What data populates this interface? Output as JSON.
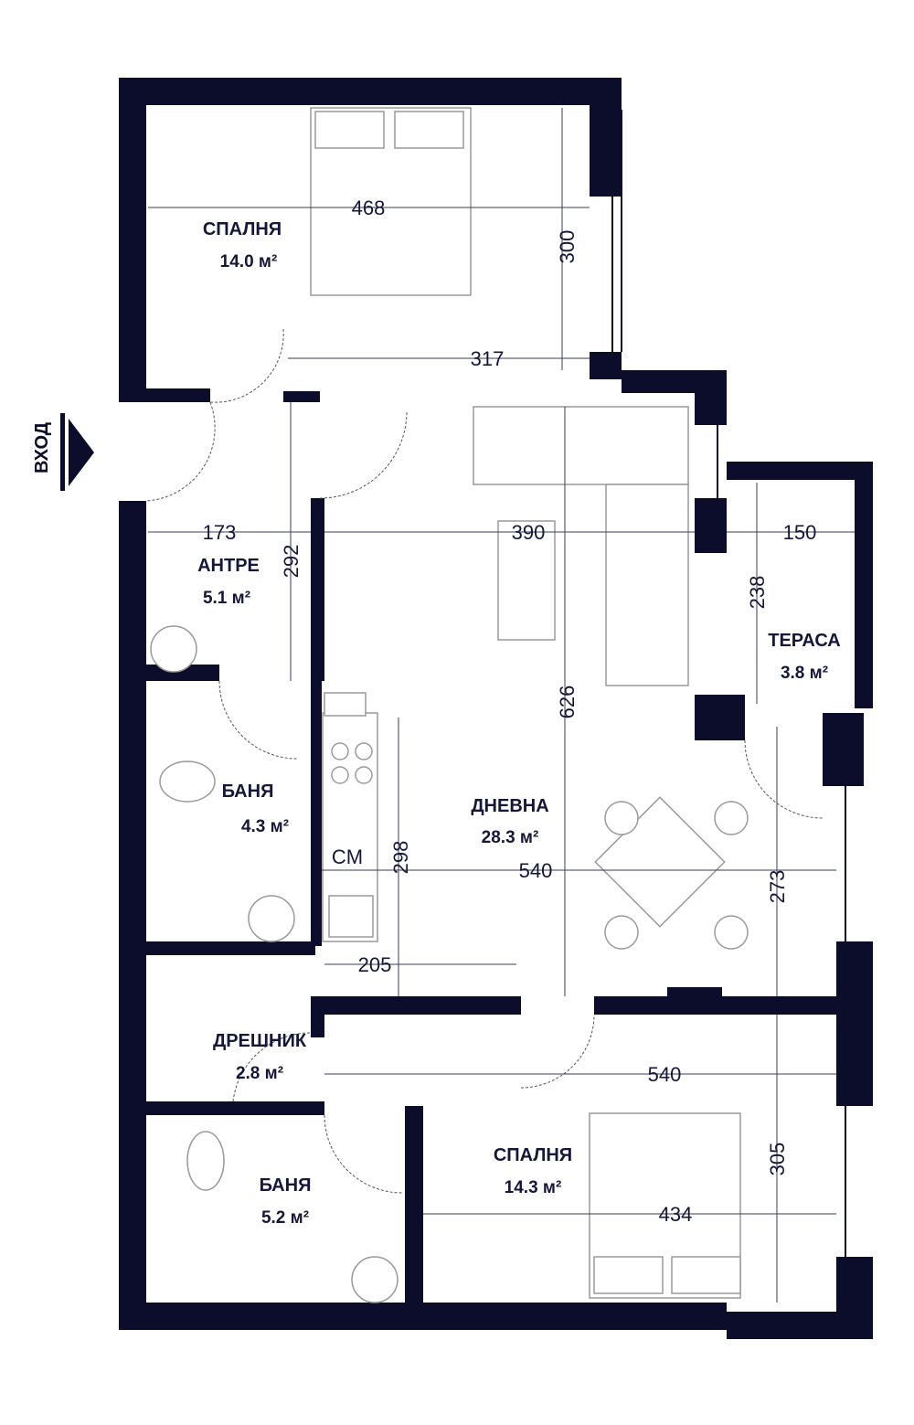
{
  "colors": {
    "wall": "#0b0d2a",
    "text": "#15173a"
  },
  "entrance": {
    "label": "ВХОД",
    "icon": "arrow-right-icon"
  },
  "rooms": [
    {
      "name": "СПАЛНЯ",
      "area": "14.0 м²"
    },
    {
      "name": "АНТРЕ",
      "area": "5.1 м²"
    },
    {
      "name": "БАНЯ",
      "area": "4.3 м²"
    },
    {
      "name": "ДНЕВНА",
      "area": "28.3 м²"
    },
    {
      "name": "ТЕРАСА",
      "area": "3.8 м²"
    },
    {
      "name": "ДРЕШНИК",
      "area": "2.8 м²"
    },
    {
      "name": "БАНЯ",
      "area": "5.2 м²"
    },
    {
      "name": "СПАЛНЯ",
      "area": "14.3 м²"
    }
  ],
  "dimensions": {
    "bed1_width": "468",
    "bed1_height": "300",
    "bed1_wardrobe": "317",
    "antre_width": "173",
    "antre_height": "292",
    "living_width": "390",
    "living_height": "626",
    "living_lower_width": "540",
    "kitchen_height": "298",
    "kitchen_width": "205",
    "dining_height": "273",
    "terrace_width": "150",
    "terrace_height": "238",
    "bed2_top_width": "540",
    "bed2_width": "434",
    "bed2_height": "305"
  },
  "appliance_label": "CM"
}
